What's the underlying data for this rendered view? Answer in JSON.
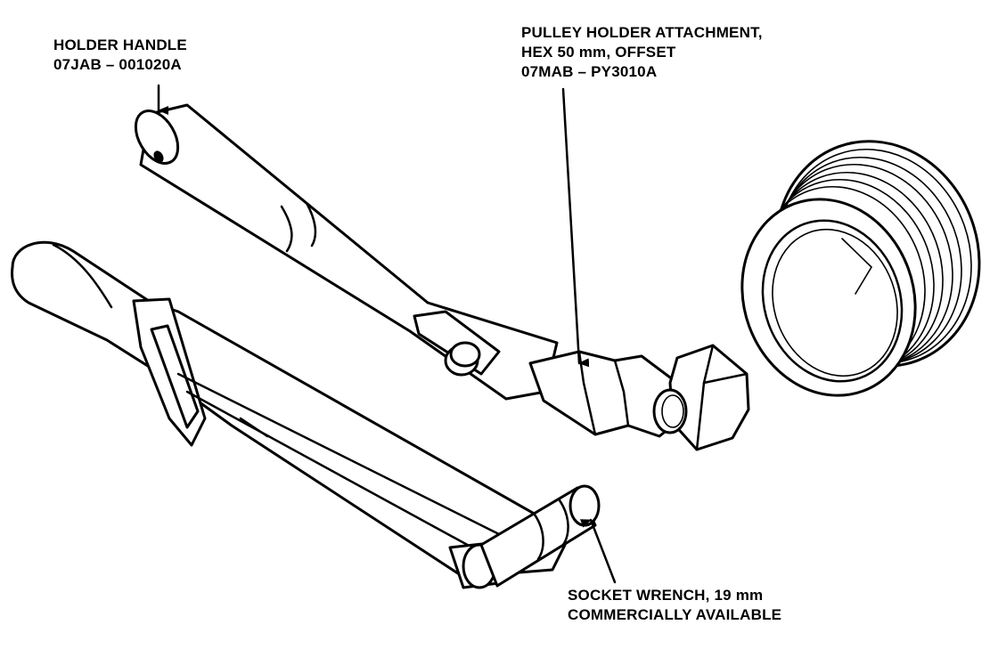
{
  "callouts": {
    "holder_handle": {
      "line1": "HOLDER HANDLE",
      "line2": "07JAB – 001020A"
    },
    "pulley_attachment": {
      "line1": "PULLEY HOLDER ATTACHMENT,",
      "line2": "HEX 50 mm, OFFSET",
      "line3": "07MAB – PY3010A"
    },
    "socket_wrench": {
      "line1": "SOCKET WRENCH, 19 mm",
      "line2": "COMMERCIALLY AVAILABLE"
    }
  },
  "colors": {
    "ink": "#000000",
    "paper": "#ffffff"
  }
}
